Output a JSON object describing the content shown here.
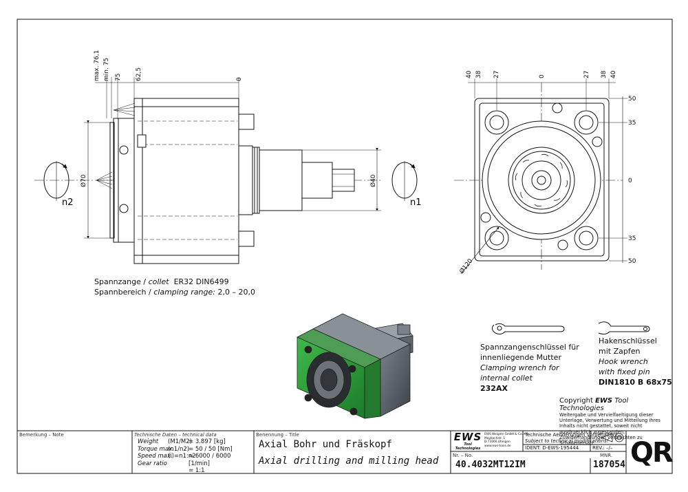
{
  "dimensions_side": {
    "max_761": "max. 76,1",
    "min_75": "min. 75",
    "d75": "75",
    "d625": "62,5",
    "zero": "0",
    "phi70": "Ø70",
    "phi40": "Ø40",
    "n1": "n1",
    "n2": "n2"
  },
  "dimensions_front": {
    "top": [
      "40",
      "38",
      "27",
      "0",
      "27",
      "38",
      "40"
    ],
    "right": [
      "50",
      "35",
      "0",
      "35",
      "50"
    ],
    "phi120": "Ø120"
  },
  "collet_note": {
    "line1_de": "Spannzange /",
    "line1_en": "collet",
    "line1_val": "ER32    DIN6499",
    "line2_de": "Spannbereich /",
    "line2_en": "clamping range:",
    "line2_val": "2,0 – 20,0"
  },
  "wrench1": {
    "de1": "Spannzangenschlüssel für",
    "de2": "innenliegende Mutter",
    "en1": "Clamping wrench for",
    "en2": "internal collet",
    "code": "232AX"
  },
  "wrench2": {
    "de1": "Hakenschlüssel",
    "de2": "mit Zapfen",
    "en1": "Hook wrench",
    "en2": "with fixed pin",
    "code": "DIN1810 B 68x75"
  },
  "copyright": {
    "prefix": "Copyright",
    "brand": "EWS",
    "suffix": "Tool Technologies",
    "text": "Weitergabe und Vervielfaeltigung dieser Unterlage, Verwertung und Mitteilung ihres Inhalts nicht gestattet, soweit nicht ausdruecklich zugestanden. Zuwiderhandlungen verpflichten zu Schadenersatz."
  },
  "titleblock": {
    "remark_label": "Bemerkung – Note",
    "techdata_label": "Technische Daten – technical data",
    "rows": [
      {
        "k": "Weight",
        "m": "",
        "v": "=  3.897 [kg]"
      },
      {
        "k": "Torque max.",
        "m": "(M1/M2)",
        "v": "=  50 / 50 [Nm]"
      },
      {
        "k": "Speed max.",
        "m": "(n1/n2)",
        "v": "=  6000 / 6000 [1/min]"
      },
      {
        "k": "Gear ratio",
        "m": "(i)=n1:n2",
        "v": "=  1:1"
      }
    ],
    "title_label": "Benennung – Title",
    "title_de": "Axial Bohr und Fräskopf",
    "title_en": "Axial drilling and milling head",
    "logo": "EWS",
    "logo_sub": "Tool Technologies",
    "company": [
      "EWS Weigele GmbH & Co. KG",
      "Maybachstr. 1",
      "D-73066 Uhingen",
      "www.ews-tools.de"
    ],
    "change_de": "Technische Aenderungen vorbehalten!",
    "change_en": "Subject to technical modifications!",
    "ident": "IDENT:  D-EWS-195444",
    "rev": "REV.:  –/–",
    "nr_label": "Nr. – No.",
    "number": "40.4032MT12IM",
    "mnr_label": "MNR.",
    "mnr": "187054",
    "qr": "QR"
  }
}
